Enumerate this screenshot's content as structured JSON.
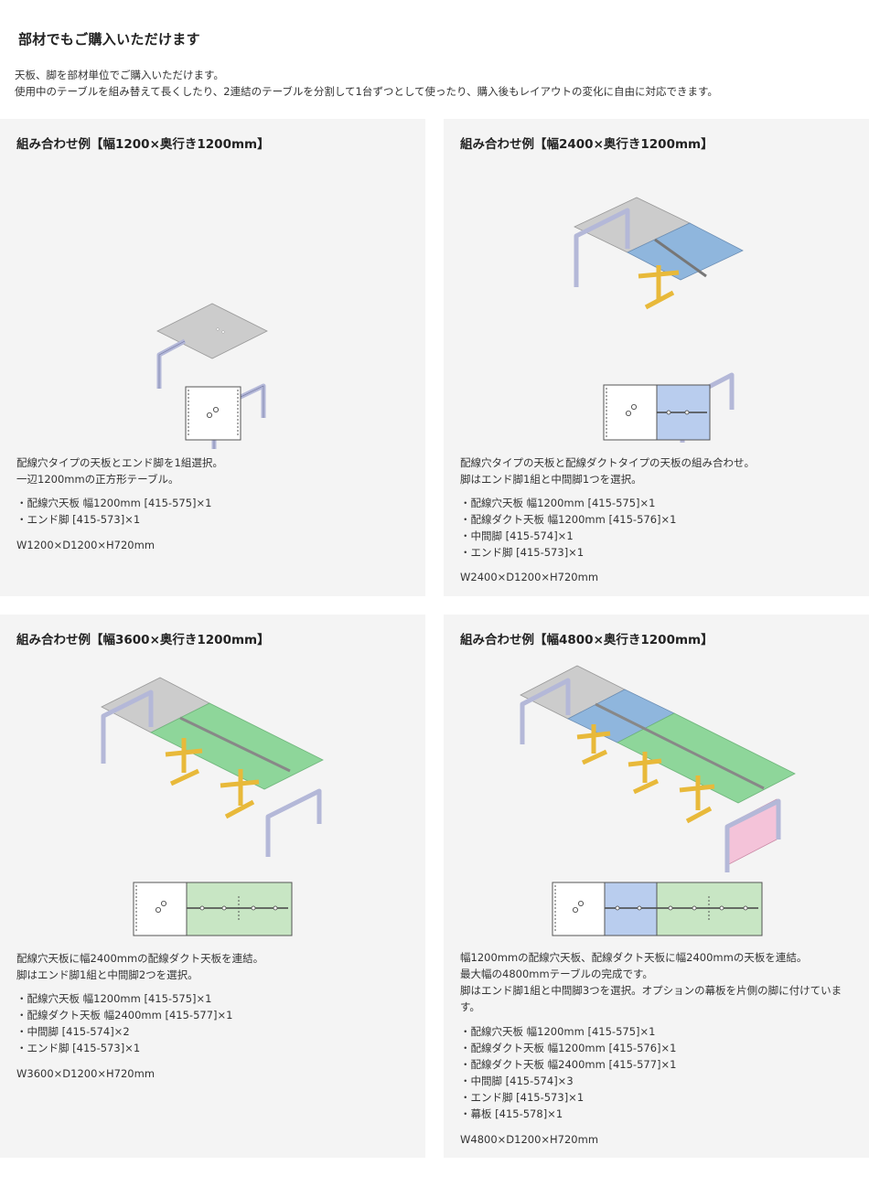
{
  "page": {
    "title": "部材でもご購入いただけます",
    "intro": [
      "天板、脚を部材単位でご購入いただけます。",
      "使用中のテーブルを組み替えて長くしたり、2連結のテーブルを分割して1台ずつとして使ったり、購入後もレイアウトの変化に自由に対応できます。"
    ]
  },
  "colors": {
    "card_bg": "#f4f4f4",
    "top_gray": "#cccccc",
    "top_blue": "#8fb6dd",
    "top_green": "#8ed69a",
    "leg_yellow": "#e8b93a",
    "end_leg_purple": "#b4b8d8",
    "modesty_pink": "#f4c3d9"
  },
  "cards": [
    {
      "title": "組み合わせ例【幅1200×奥行き1200mm】",
      "desc": [
        "配線穴タイプの天板とエンド脚を1組選択。",
        "一辺1200mmの正方形テーブル。"
      ],
      "parts": [
        "・配線穴天板 幅1200mm [415-575]×1",
        "・エンド脚 [415-573]×1"
      ],
      "dims": "W1200×D1200×H720mm"
    },
    {
      "title": "組み合わせ例【幅2400×奥行き1200mm】",
      "desc": [
        "配線穴タイプの天板と配線ダクトタイプの天板の組み合わせ。",
        "脚はエンド脚1組と中間脚1つを選択。"
      ],
      "parts": [
        "・配線穴天板 幅1200mm [415-575]×1",
        "・配線ダクト天板 幅1200mm [415-576]×1",
        "・中間脚 [415-574]×1",
        "・エンド脚 [415-573]×1"
      ],
      "dims": "W2400×D1200×H720mm"
    },
    {
      "title": "組み合わせ例【幅3600×奥行き1200mm】",
      "desc": [
        "配線穴天板に幅2400mmの配線ダクト天板を連結。",
        "脚はエンド脚1組と中間脚2つを選択。"
      ],
      "parts": [
        "・配線穴天板 幅1200mm [415-575]×1",
        "・配線ダクト天板 幅2400mm [415-577]×1",
        "・中間脚 [415-574]×2",
        "・エンド脚 [415-573]×1"
      ],
      "dims": "W3600×D1200×H720mm"
    },
    {
      "title": "組み合わせ例【幅4800×奥行き1200mm】",
      "desc": [
        "幅1200mmの配線穴天板、配線ダクト天板に幅2400mmの天板を連結。",
        "最大幅の4800mmテーブルの完成です。",
        "脚はエンド脚1組と中間脚3つを選択。オプションの幕板を片側の脚に付けています。"
      ],
      "parts": [
        "・配線穴天板 幅1200mm [415-575]×1",
        "・配線ダクト天板 幅1200mm [415-576]×1",
        "・配線ダクト天板 幅2400mm [415-577]×1",
        "・中間脚 [415-574]×3",
        "・エンド脚 [415-573]×1",
        "・幕板 [415-578]×1"
      ],
      "dims": "W4800×D1200×H720mm"
    }
  ]
}
